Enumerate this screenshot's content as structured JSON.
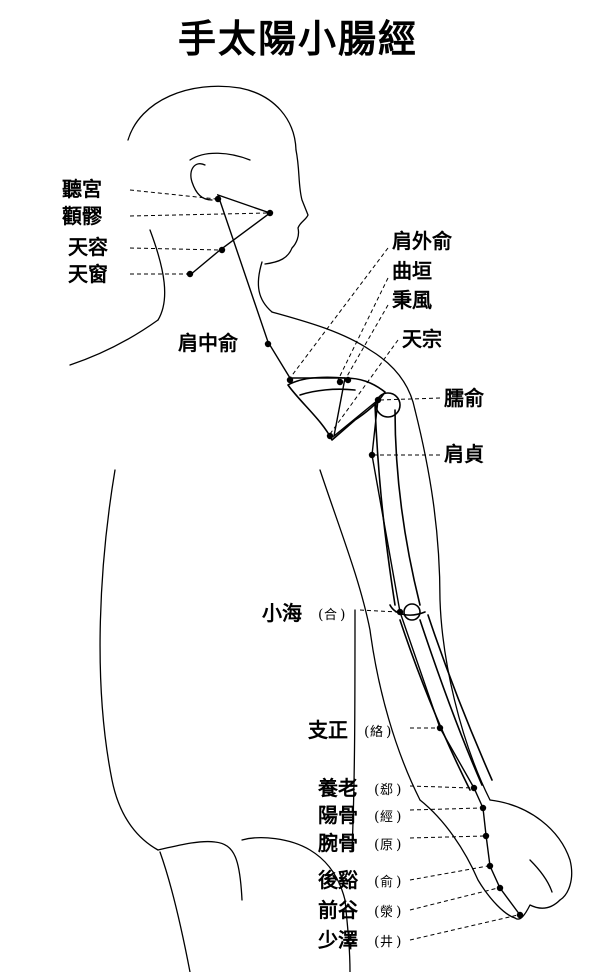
{
  "title": "手太陽小腸經",
  "points": {
    "tinggong": "聽宮",
    "quanliao": "顴髎",
    "tianrong": "天容",
    "tianchuang": "天窗",
    "jianwaishu": "肩外俞",
    "quyuan": "曲垣",
    "bingfeng": "秉風",
    "tianzong": "天宗",
    "jianzhongshu": "肩中俞",
    "naoshu": "臑俞",
    "jianzhen": "肩貞",
    "xiaohai": "小海",
    "zhizheng": "支正",
    "yanglao": "養老",
    "yanggu": "陽骨",
    "wangu": "腕骨",
    "houxi": "後谿",
    "qiangu": "前谷",
    "shaoze": "少澤"
  },
  "annotations": {
    "xiaohai": "合",
    "zhizheng": "絡",
    "yanglao": "郄",
    "yanggu": "經",
    "wangu": "原",
    "houxi": "俞",
    "qiangu": "滎",
    "shaoze": "井"
  }
}
